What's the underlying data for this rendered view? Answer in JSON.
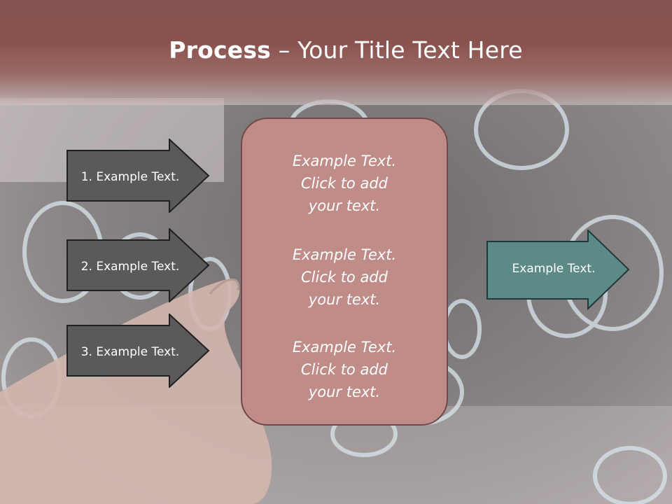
{
  "title": {
    "bold": "Process",
    "rest": " – Your Title Text Here"
  },
  "left_arrows": [
    {
      "label": "1. Example Text."
    },
    {
      "label": "2. Example Text."
    },
    {
      "label": "3. Example Text."
    }
  ],
  "center_box": {
    "paragraphs": [
      {
        "lines": [
          "Example Text.",
          "Click  to add",
          "your text."
        ]
      },
      {
        "lines": [
          "Example Text.",
          "Click  to add",
          "your text."
        ]
      },
      {
        "lines": [
          "Example Text.",
          "Click  to add",
          "your text."
        ]
      }
    ]
  },
  "right_arrow": {
    "label": "Example Text."
  },
  "colors": {
    "header": "#8a524d",
    "left_arrow_fill": "#5a5a5a",
    "center_box_fill": "#c08c88",
    "right_arrow_fill": "#5b8a87"
  }
}
